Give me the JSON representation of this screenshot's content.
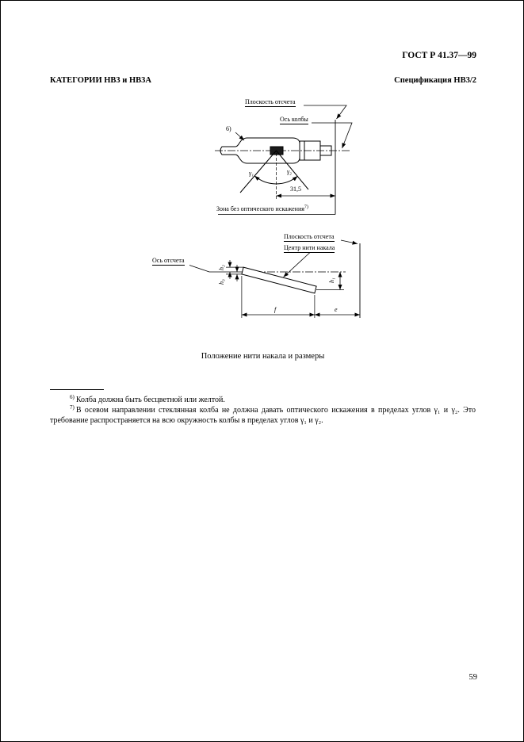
{
  "header": {
    "doc_number": "ГОСТ Р 41.37—99",
    "category": "КАТЕГОРИИ НВ3 и НВ3А",
    "spec": "Спецификация НВ3/2"
  },
  "figure1": {
    "label_reference_plane": "Плоскость отсчета",
    "label_bulb_axis": "Ось колбы",
    "footnote_ref_bulb": "6)",
    "angle_gamma1": "γ₁",
    "angle_gamma2": "γ₂",
    "dim_value": "31,5",
    "zone_label": "Зона без оптического искажения",
    "zone_footnote_ref": "7)"
  },
  "figure2": {
    "label_reference_plane": "Плоскость отсчета",
    "label_filament_center": "Центр нити накала",
    "label_reference_axis": "Ось отсчета",
    "dim_h1": "h₁",
    "dim_h2": "h₂",
    "dim_h3": "h₃",
    "dim_f": "f",
    "dim_e": "e"
  },
  "caption": "Положение нити накала и размеры",
  "footnotes": [
    {
      "marker": "6)",
      "text": "Колба должна быть бесцветной или желтой."
    },
    {
      "marker": "7)",
      "text": "В осевом направлении стеклянная колба не должна давать оптического искажения в пределах углов γ₁ и γ₂. Это требование распространяется на всю окружность колбы в пределах углов γ₁ и γ₂."
    }
  ],
  "page_number": "59"
}
